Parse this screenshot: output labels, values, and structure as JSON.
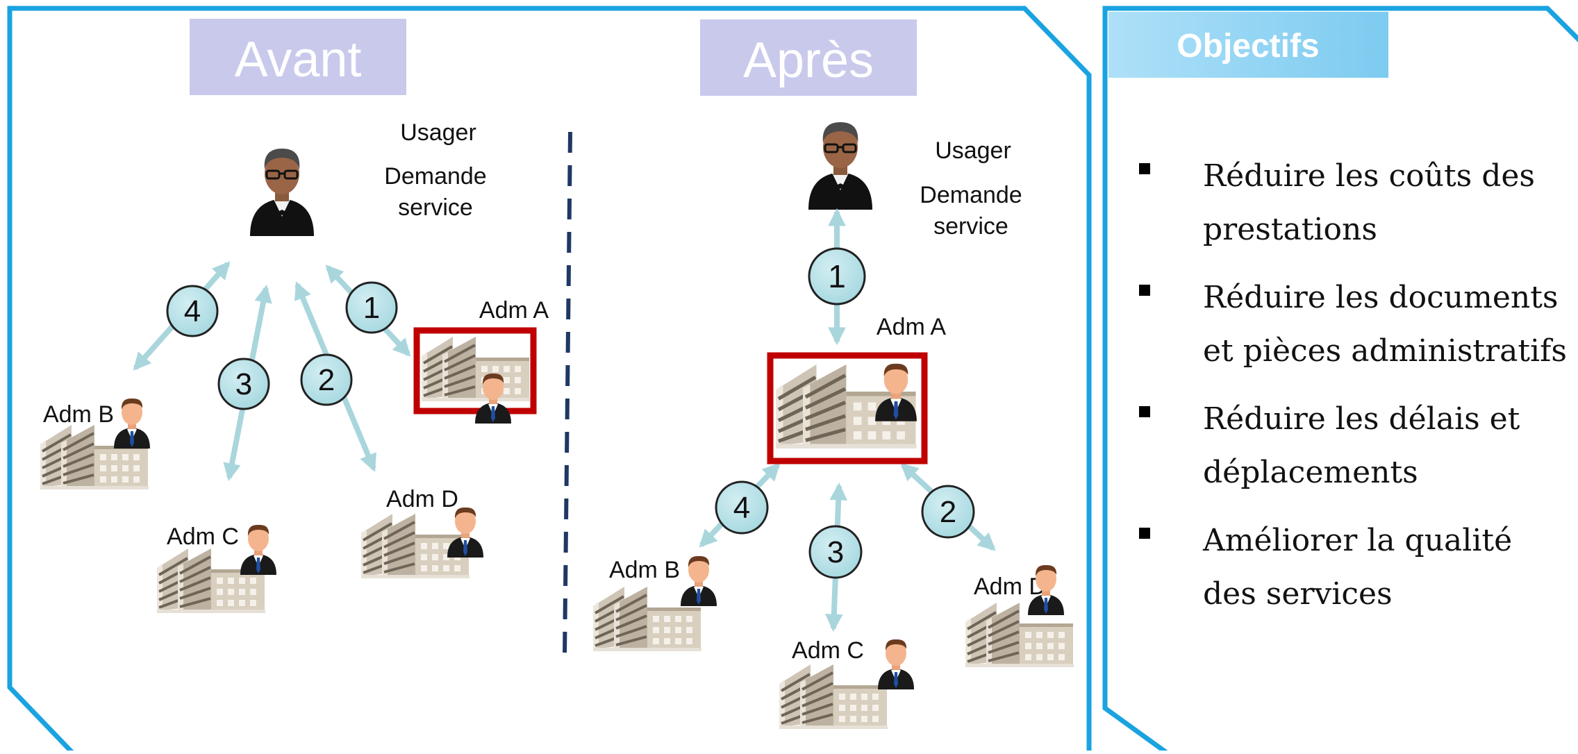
{
  "left_panel": {
    "avant_title": "Avant",
    "apres_title": "Après",
    "avant": {
      "usager_label": "Usager",
      "demande_line1": "Demande",
      "demande_line2": "service",
      "adm_a": "Adm A",
      "adm_b": "Adm B",
      "adm_c": "Adm C",
      "adm_d": "Adm D",
      "step_numbers": [
        "1",
        "2",
        "3",
        "4"
      ]
    },
    "apres": {
      "usager_label": "Usager",
      "demande_line1": "Demande",
      "demande_line2": "service",
      "adm_a": "Adm A",
      "adm_b": "Adm B",
      "adm_c": "Adm C",
      "adm_d": "Adm D",
      "step_numbers": [
        "1",
        "2",
        "3",
        "4"
      ]
    }
  },
  "right_panel": {
    "title": "Objectifs",
    "items": [
      "Réduire les coûts des prestations",
      "Réduire les documents et pièces administratifs",
      "Réduire les délais et déplacements",
      "Améliorer la qualité des services"
    ]
  },
  "colors": {
    "frame": "#1aa3e0",
    "title_box": "#c9c9ec",
    "arrow": "#a9d6dc",
    "circle_fill": "#b4dfe6",
    "highlight": "#c00000",
    "divider": "#1f3864"
  }
}
